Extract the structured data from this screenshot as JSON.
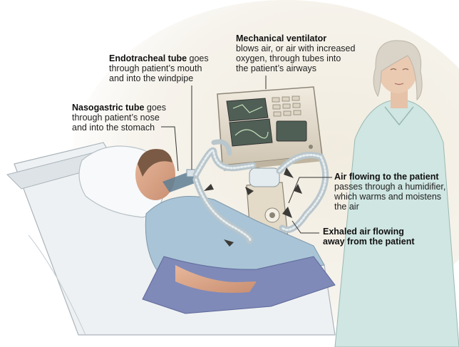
{
  "labels": {
    "ventilator": {
      "title": "Mechanical ventilator",
      "lines": [
        "blows air, or air with increased",
        "oxygen, through tubes into",
        "the patient’s airways"
      ]
    },
    "endotracheal": {
      "title": "Endotracheal tube",
      "title_tail": " goes",
      "lines": [
        "through patient’s mouth",
        "and into the windpipe"
      ]
    },
    "nasogastric": {
      "title": "Nasogastric tube",
      "title_tail": " goes",
      "lines": [
        "through patient’s nose",
        "and into the stomach"
      ]
    },
    "air_to_patient": {
      "title": "Air flowing to the patient",
      "lines": [
        "passes through a humidifier,",
        "which warms and moistens",
        "the air"
      ]
    },
    "exhaled": {
      "title": "Exhaled air flowing",
      "lines": [
        "away from the patient"
      ]
    }
  },
  "colors": {
    "background": "#ffffff",
    "backdrop": "#f3efe3",
    "gown": "#a9c4d6",
    "scrubs": "#cfe6e2",
    "tube": "#b9c6cc",
    "device": "#e8dfcf",
    "screen": "#4f5f56",
    "blanket": "#7f8ab8",
    "sheet": "#eef1f3"
  }
}
